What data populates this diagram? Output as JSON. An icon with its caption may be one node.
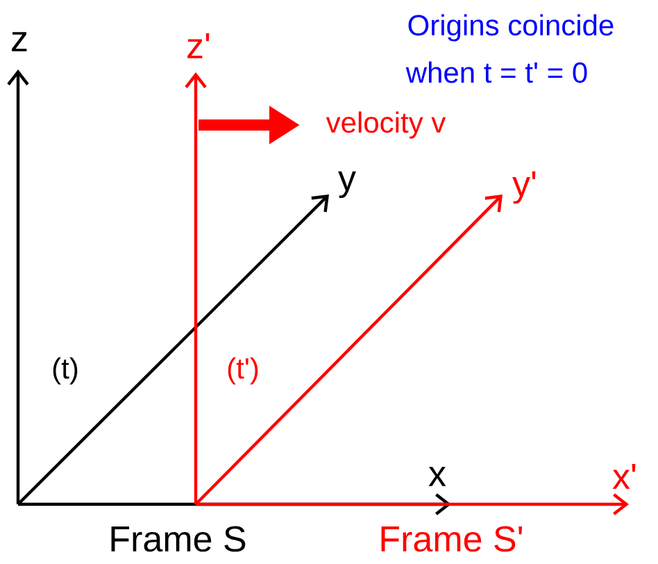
{
  "diagram": {
    "labels": [
      "z",
      "z'",
      "Origins coincide",
      "when t = t' = 0",
      "velocity v",
      "y",
      "y'",
      "(t)",
      "(t')",
      "x",
      "x'",
      "Frame S",
      "Frame S'"
    ]
  }
}
